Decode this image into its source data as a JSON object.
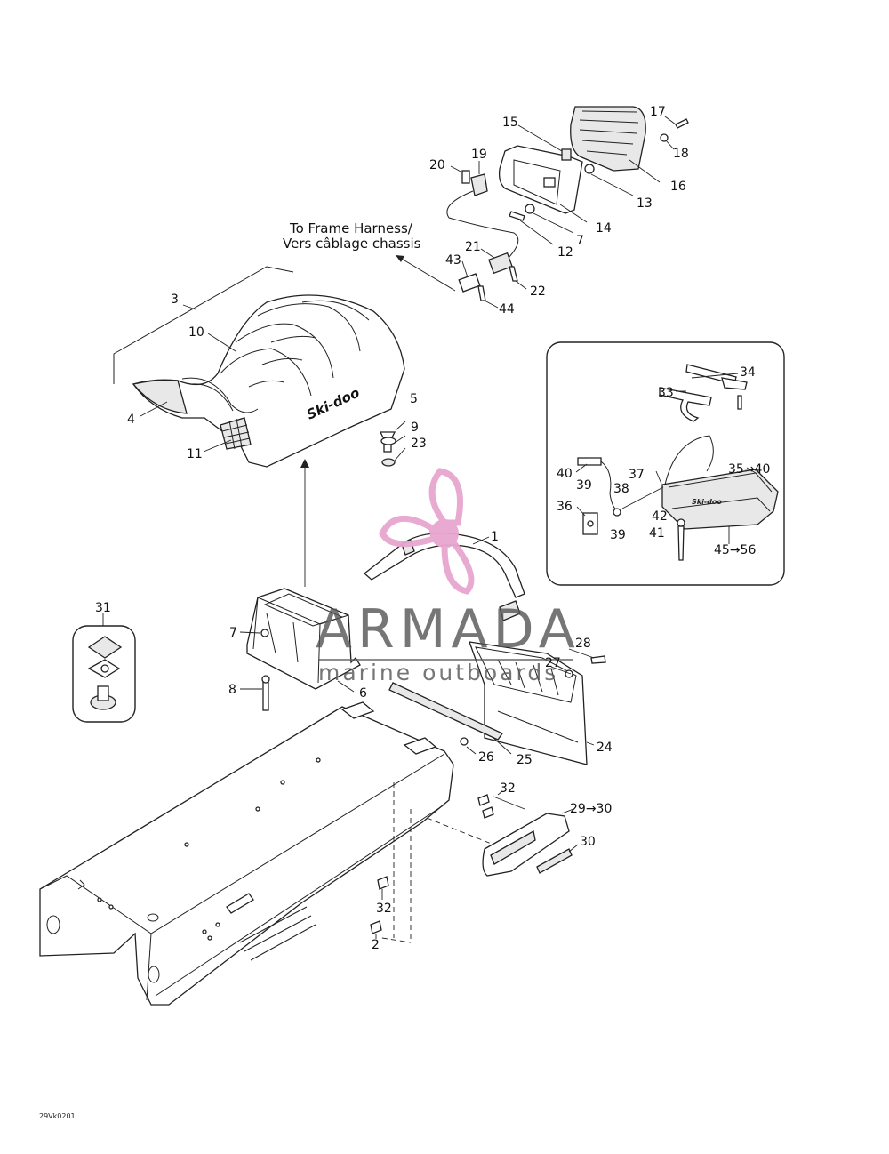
{
  "diagram": {
    "note_line1": "To Frame Harness/",
    "note_line2": "Vers câblage chassis",
    "diagram_code": "29Vk0201",
    "seat_logo": "Ski-doo",
    "box_logo": "Ski-doo",
    "labels": {
      "p1": "1",
      "p2": "2",
      "p3": "3",
      "p4": "4",
      "p5": "5",
      "p6": "6",
      "p7a": "7",
      "p7b": "7",
      "p8": "8",
      "p9": "9",
      "p10": "10",
      "p11": "11",
      "p12": "12",
      "p13": "13",
      "p14": "14",
      "p15": "15",
      "p16": "16",
      "p17": "17",
      "p18": "18",
      "p19": "19",
      "p20": "20",
      "p21": "21",
      "p22": "22",
      "p23": "23",
      "p24": "24",
      "p25": "25",
      "p26": "26",
      "p27": "27",
      "p28": "28",
      "p29": "29→30",
      "p30": "30",
      "p31": "31",
      "p32a": "32",
      "p32b": "32",
      "p33": "33",
      "p34": "34",
      "p35": "35→40",
      "p36": "36",
      "p37": "37",
      "p38": "38",
      "p39a": "39",
      "p39b": "39",
      "p40": "40",
      "p41": "41",
      "p42": "42",
      "p43": "43",
      "p44": "44",
      "p45": "45→56"
    }
  },
  "watermark": {
    "title": "ARMADA",
    "subtitle": "marine outboards",
    "logo": "propeller-logo",
    "color": "#e8a6cf"
  }
}
